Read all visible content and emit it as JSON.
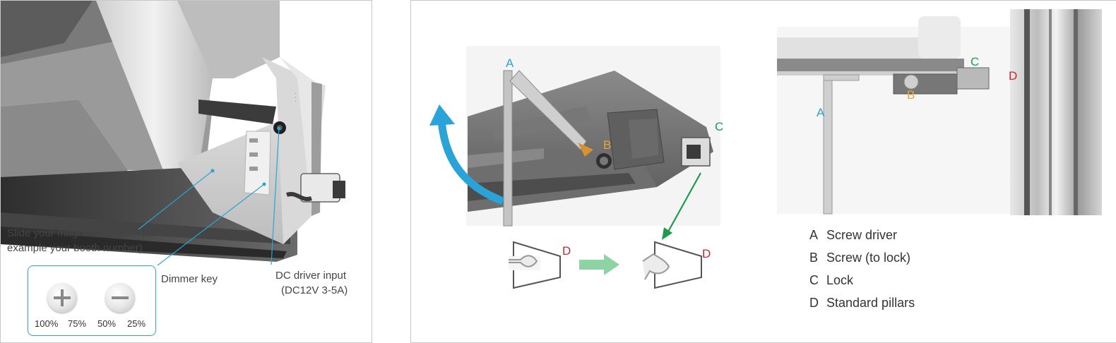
{
  "left_panel": {
    "callouts": {
      "slide_line1": "Slide your magnetic signs in (for",
      "slide_line2": "example your booth number)",
      "dimmer": "Dimmer key",
      "dc_line1": "DC driver input",
      "dc_line2": "(DC12V 3-5A)"
    },
    "dimmer_levels": [
      "100%",
      "75%",
      "50%",
      "25%"
    ],
    "dimmer_buttons": [
      "plus-icon",
      "minus-icon"
    ]
  },
  "right_panel": {
    "diagram1_letters": {
      "a": "A",
      "b": "B",
      "c": "C"
    },
    "diagram2_letters": {
      "d1": "D",
      "d2": "D"
    },
    "diagram3_letters": {
      "a": "A",
      "b": "B",
      "c": "C",
      "d": "D"
    },
    "legend": [
      {
        "key": "A",
        "text": "Screw driver"
      },
      {
        "key": "B",
        "text": "Screw (to lock)"
      },
      {
        "key": "C",
        "text": "Lock"
      },
      {
        "key": "D",
        "text": "Standard pillars"
      }
    ]
  },
  "colors": {
    "callout_line": "#2aa3d8",
    "rotate_arrow": "#2aa3d8",
    "lock_arrow": "#1f9a4e",
    "step_arrow": "#8ed3a4",
    "label_a": "#2aa3d8",
    "label_b": "#e9a43a",
    "label_c": "#1f9a4e",
    "label_d": "#c8282c"
  }
}
